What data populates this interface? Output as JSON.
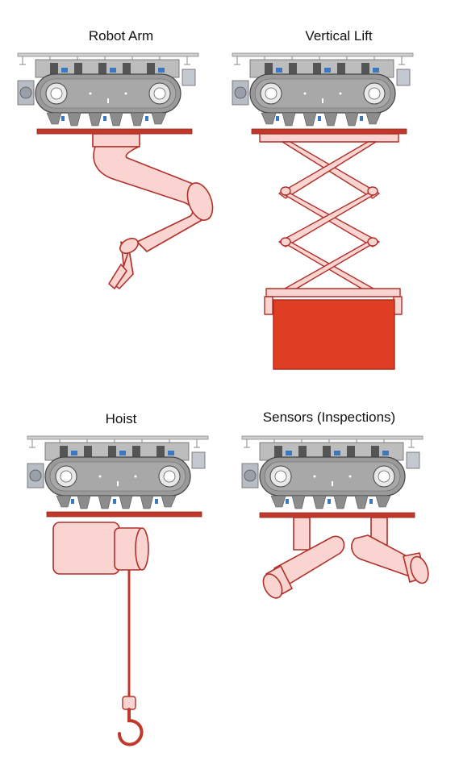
{
  "panels": [
    {
      "title": "Robot Arm",
      "attachment": "robot-arm"
    },
    {
      "title": "Vertical Lift",
      "attachment": "scissor-lift"
    },
    {
      "title": "Hoist",
      "attachment": "hoist"
    },
    {
      "title": "Sensors (Inspections)",
      "attachment": "sensors"
    }
  ],
  "colors": {
    "mount_plate": "#c0392b",
    "attachment_fill": "#f9d4d0",
    "attachment_stroke": "#b0302a",
    "payload_box": "#e03e24",
    "crawler_body": "#9a9a9a",
    "rail": "#c8c8c8"
  }
}
